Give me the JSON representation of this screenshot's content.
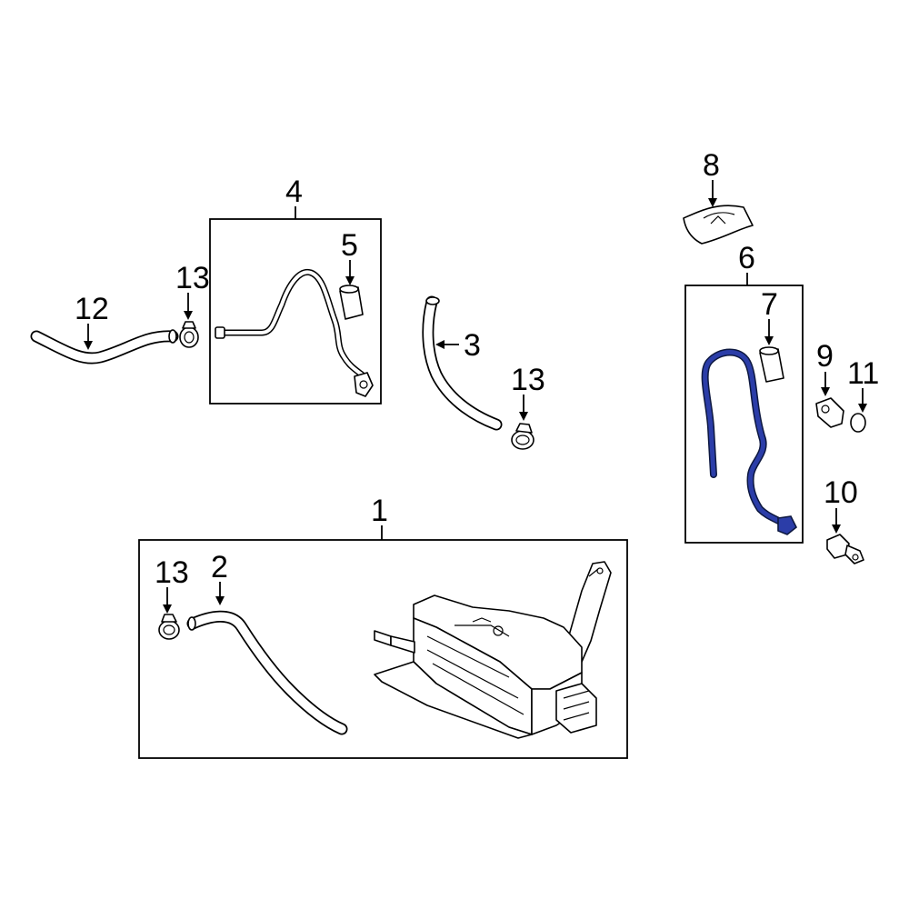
{
  "colors": {
    "highlight": "#2b3da8",
    "linework": "#000000",
    "background": "#ffffff"
  },
  "callouts": {
    "c1": "1",
    "c2": "2",
    "c3": "3",
    "c4": "4",
    "c5": "5",
    "c6": "6",
    "c7": "7",
    "c8": "8",
    "c9": "9",
    "c10": "10",
    "c11": "11",
    "c12": "12",
    "c13a": "13",
    "c13b": "13",
    "c13c": "13"
  }
}
